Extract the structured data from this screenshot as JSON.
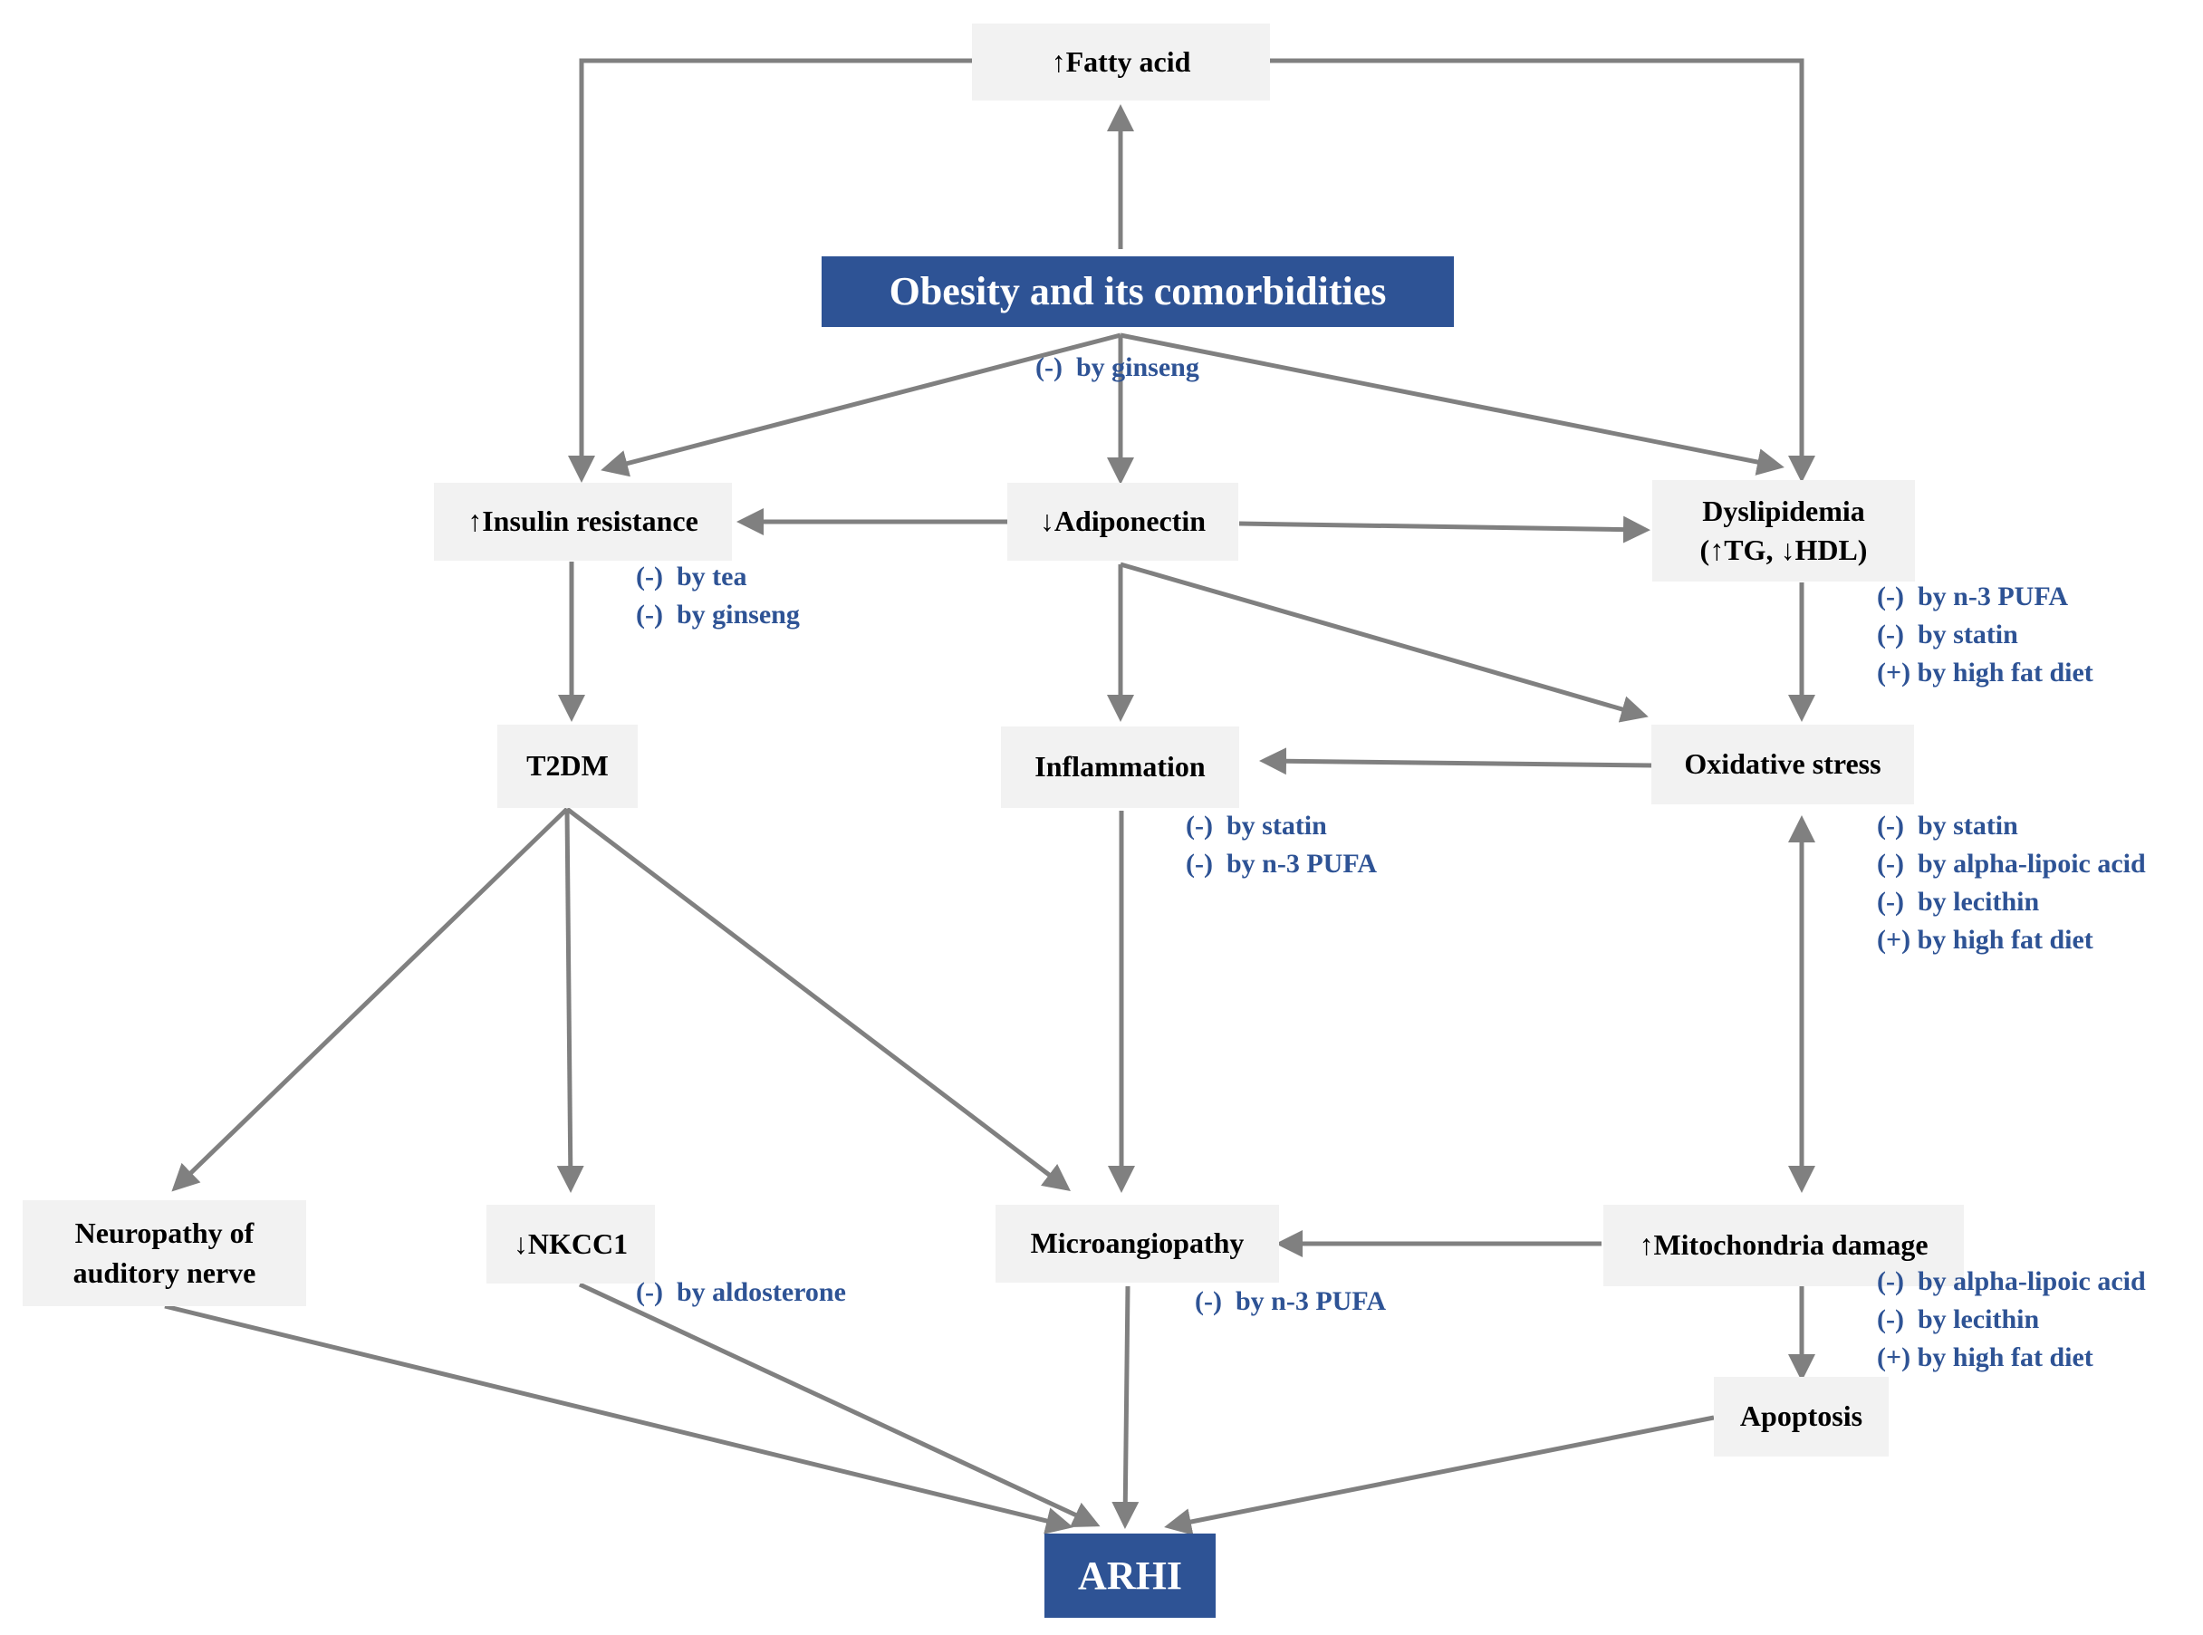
{
  "nodes": {
    "fatty_acid": {
      "label": "↑Fatty acid"
    },
    "obesity": {
      "label": "Obesity and its comorbidities"
    },
    "insulin": {
      "label": "↑Insulin resistance"
    },
    "adiponectin": {
      "label": "↓Adiponectin"
    },
    "dyslipidemia": {
      "label": "Dyslipidemia",
      "label2": "(↑TG, ↓HDL)"
    },
    "t2dm": {
      "label": "T2DM"
    },
    "inflammation": {
      "label": "Inflammation"
    },
    "oxidative": {
      "label": "Oxidative stress"
    },
    "neuropathy": {
      "label": "Neuropathy of",
      "label2": "auditory nerve"
    },
    "nkcc1": {
      "label": "↓NKCC1"
    },
    "microangiopathy": {
      "label": "Microangiopathy"
    },
    "mitochondria": {
      "label": "↑Mitochondria damage"
    },
    "apoptosis": {
      "label": "Apoptosis"
    },
    "arhi": {
      "label": "ARHI"
    }
  },
  "modifiers": {
    "obesity": [
      "(-)  by ginseng"
    ],
    "insulin": [
      "(-)  by tea",
      "(-)  by ginseng"
    ],
    "dyslipidemia": [
      "(-)  by n-3 PUFA",
      "(-)  by statin",
      "(+) by high fat diet"
    ],
    "inflammation": [
      "(-)  by statin",
      "(-)  by n-3 PUFA"
    ],
    "oxidative": [
      "(-)  by statin",
      "(-)  by alpha-lipoic acid",
      "(-)  by lecithin",
      "(+) by high fat diet"
    ],
    "nkcc1": [
      "(-)  by aldosterone"
    ],
    "microangiopathy": [
      "(-)  by n-3 PUFA"
    ],
    "mitochondria": [
      "(-)  by alpha-lipoic acid",
      "(-)  by lecithin",
      "(+) by high fat diet"
    ]
  },
  "colors": {
    "primary": "#2e5395",
    "box": "#f2f2f2",
    "arrow": "#808080",
    "modifier": "#2e5395"
  }
}
